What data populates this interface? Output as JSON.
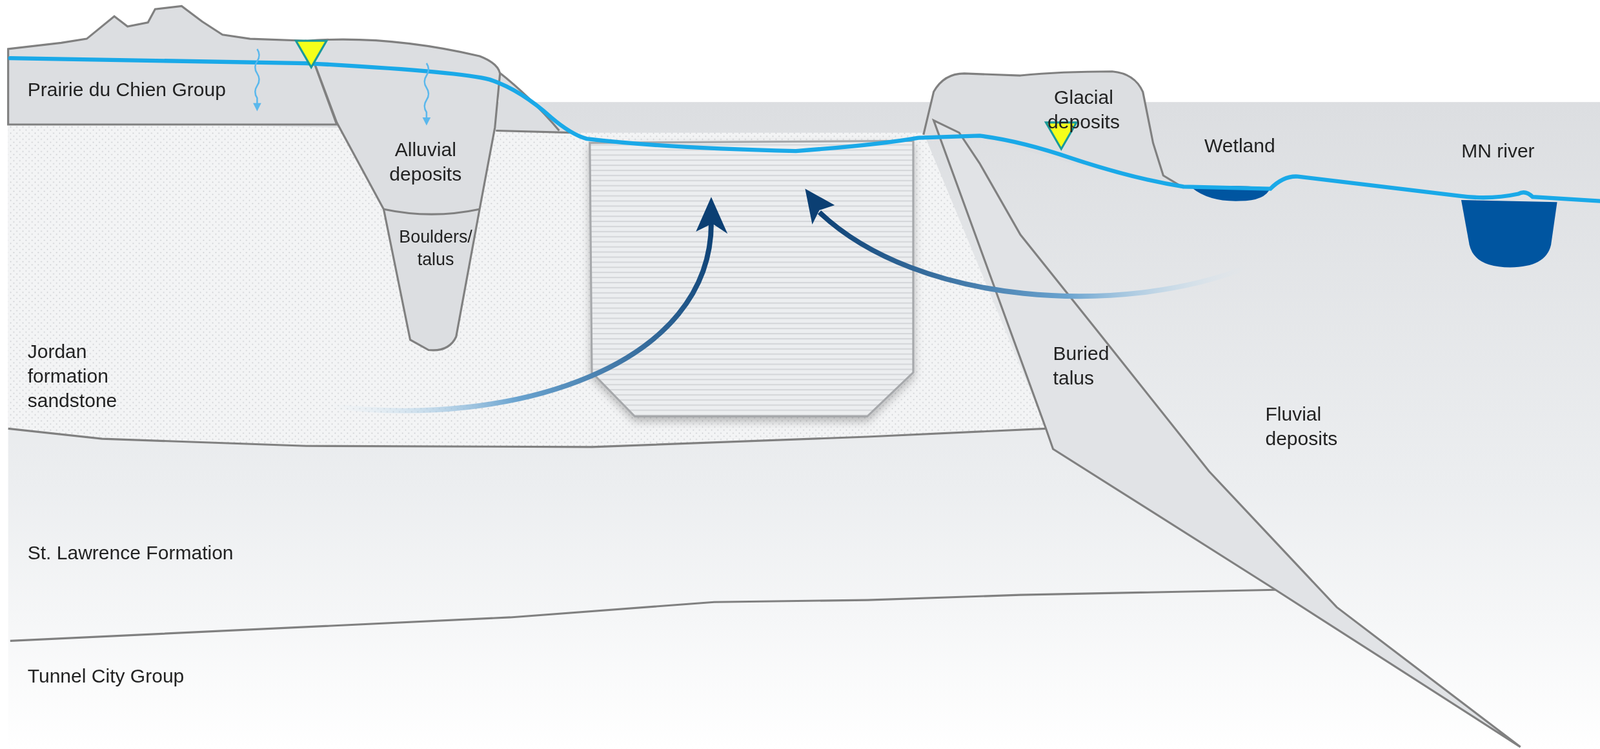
{
  "diagram": {
    "nodes": [
      {
        "text": [
          "Prairie du Chien Group"
        ]
      },
      {
        "text": [
          "Alluvial deposits"
        ]
      },
      {
        "text": [
          "Boulders/ talus"
        ]
      },
      {
        "text": [
          "Jordan formation sandstone"
        ]
      },
      {
        "text": [
          "Glacial deposits"
        ]
      },
      {
        "text": [
          "Buried talus"
        ]
      },
      {
        "text": [
          "Fluvial deposits"
        ]
      },
      {
        "text": [
          "St. Lawrence Formation"
        ]
      },
      {
        "text": [
          "Tunnel City Group"
        ]
      }
    ],
    "labels": [
      "Wetland",
      "MN river"
    ]
  }
}
